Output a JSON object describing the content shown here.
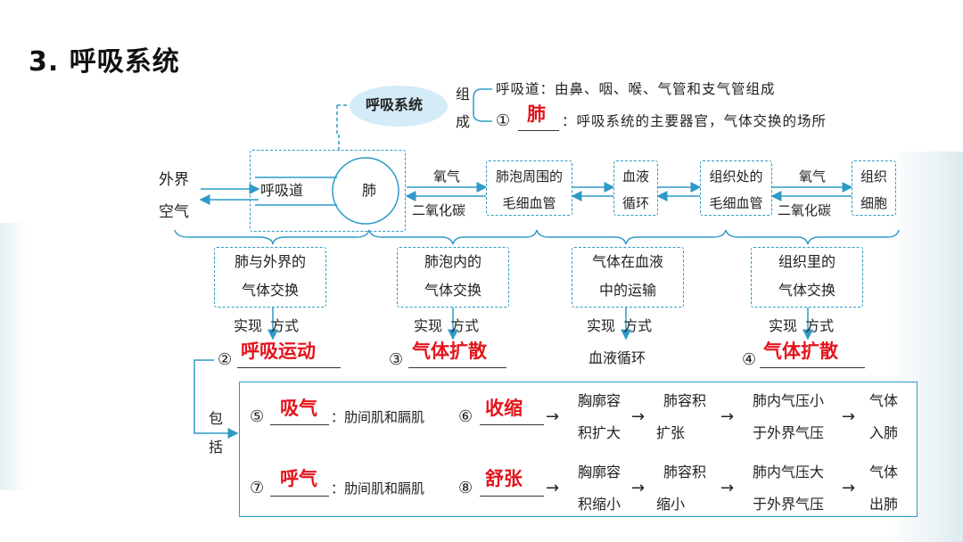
{
  "title": "3. 呼吸系统",
  "system": {
    "oval_label": "呼吸系统",
    "zu": "组",
    "cheng": "成",
    "line1": "呼吸道：由鼻、咽、喉、气管和支气管组成",
    "line2_num": "①",
    "line2_answer": "肺",
    "line2_rest": "：呼吸系统的主要器官，气体交换的场所"
  },
  "flow": {
    "outside_1": "外界",
    "outside_2": "空气",
    "airway": "呼吸道",
    "lung": "肺",
    "o2": "氧气",
    "co2": "二氧化碳",
    "capillary_1": "肺泡周围的",
    "capillary_2": "毛细血管",
    "blood_1": "血液",
    "blood_2": "循环",
    "tissue_cap_1": "组织处的",
    "tissue_cap_2": "毛细血管",
    "o2_b": "氧气",
    "co2_b": "二氧化碳",
    "cell_1": "组织",
    "cell_2": "细胞"
  },
  "stages": [
    {
      "line1": "肺与外界的",
      "line2": "气体交换",
      "mode": "实现 方式",
      "num": "②",
      "answer": "呼吸运动"
    },
    {
      "line1": "肺泡内的",
      "line2": "气体交换",
      "mode": "实现 方式",
      "num": "③",
      "answer": "气体扩散"
    },
    {
      "line1": "气体在血液",
      "line2": "中的运输",
      "mode": "实现 方式",
      "num": "",
      "answer": "血液循环"
    },
    {
      "line1": "组织里的",
      "line2": "气体交换",
      "mode": "实现 方式",
      "num": "④",
      "answer": "气体扩散"
    }
  ],
  "include_1": "包",
  "include_2": "括",
  "rows": [
    {
      "num": "⑤",
      "answer": "吸气",
      "muscle": "：肋间肌和膈肌",
      "num2": "⑥",
      "answer2": "收缩",
      "s1a": "胸廓容",
      "s1b": "积扩大",
      "s2a": "肺容积",
      "s2b": "扩张",
      "s3a": "肺内气压小",
      "s3b": "于外界气压",
      "s4a": "气体",
      "s4b": "入肺"
    },
    {
      "num": "⑦",
      "answer": "呼气",
      "muscle": "：肋间肌和膈肌",
      "num2": "⑧",
      "answer2": "舒张",
      "s1a": "胸廓容",
      "s1b": "积缩小",
      "s2a": "肺容积",
      "s2b": "缩小",
      "s3a": "肺内气压大",
      "s3b": "于外界气压",
      "s4a": "气体",
      "s4b": "出肺"
    }
  ],
  "arrow_glyph": "→",
  "colors": {
    "accent": "#2f9ac6",
    "answer": "#e3141c",
    "oval": "#d4ebf8"
  }
}
